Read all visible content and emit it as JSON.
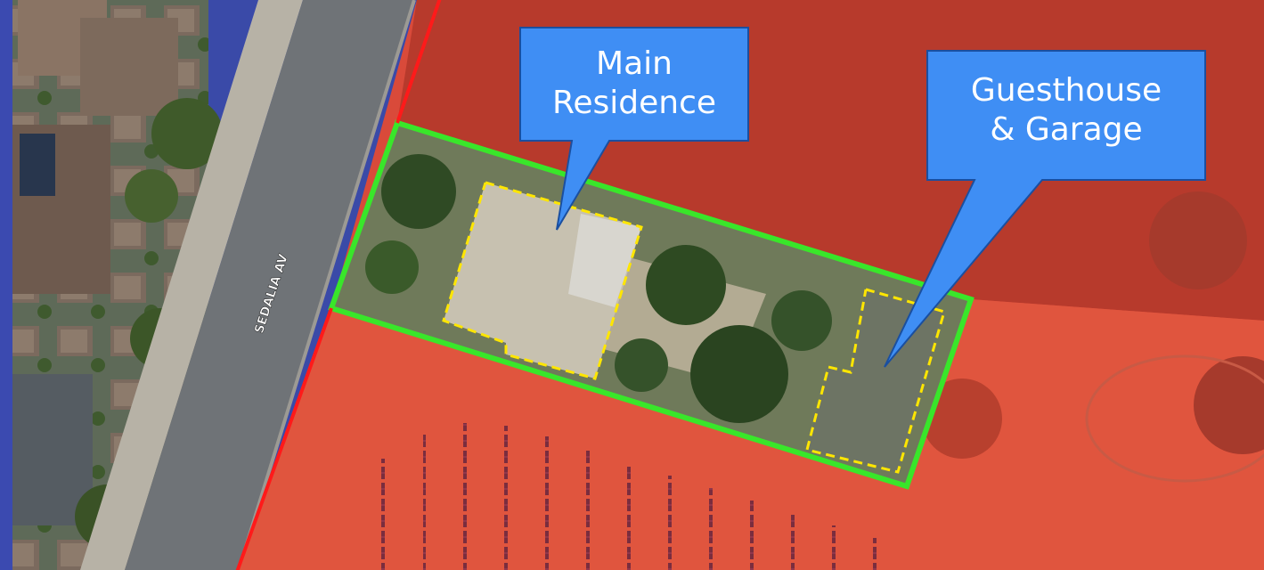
{
  "map": {
    "street_label": "SEDALIA AV",
    "colors": {
      "parcel_outline": "#39e62a",
      "footprint_outline": "#ffe600",
      "neighbor_overlay": "#e8463a",
      "boundary_line": "#ff1a1a",
      "callout_fill": "#3f8ef4"
    }
  },
  "callouts": [
    {
      "id": "main",
      "label": "Main\nResidence"
    },
    {
      "id": "guest",
      "label": "Guesthouse\n& Garage"
    }
  ]
}
